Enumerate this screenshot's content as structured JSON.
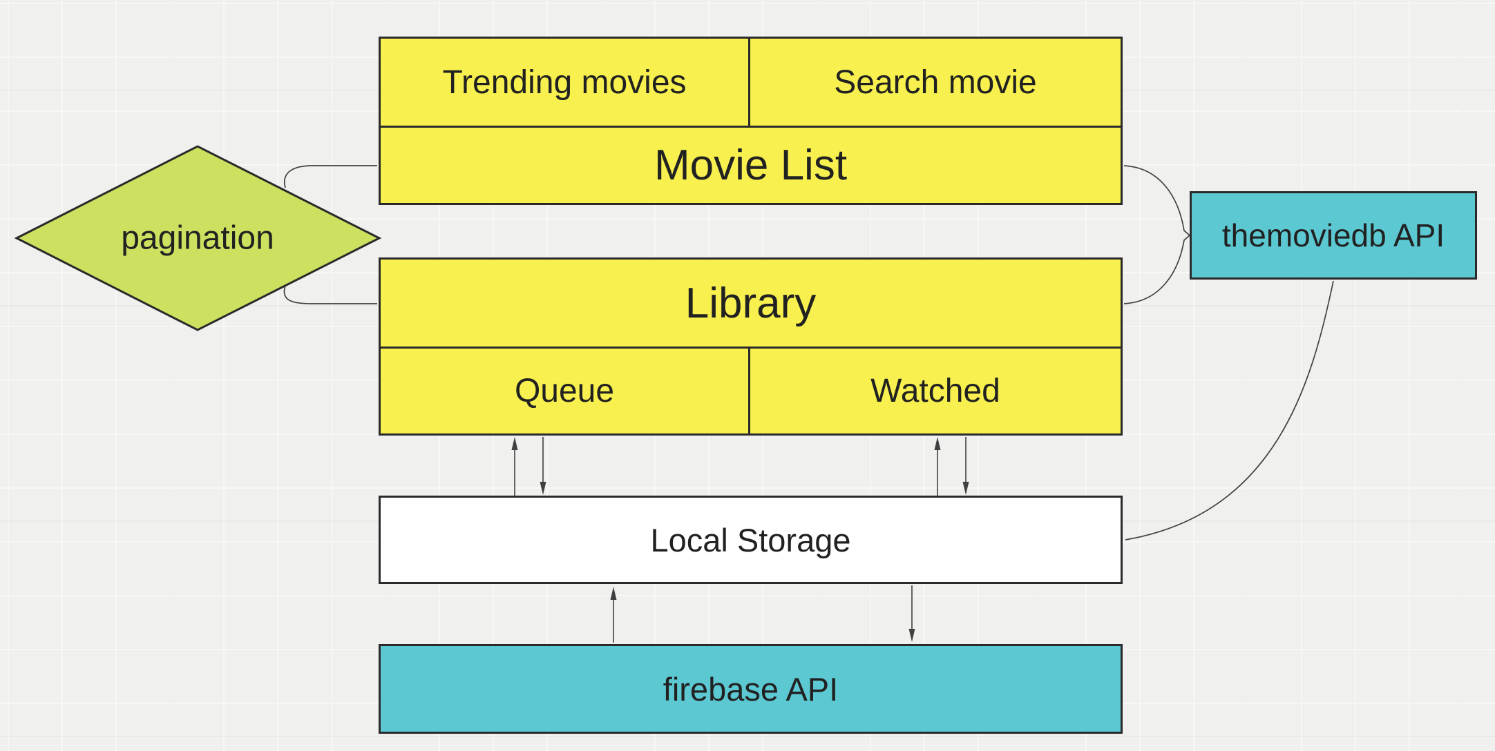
{
  "diagram": {
    "canvas": {
      "background": "#f0f0ef",
      "grid_line": "#f7f7f5"
    },
    "colors": {
      "node_yellow": "#f7f04e",
      "node_green": "#cde05f",
      "node_teal": "#5cc8d2",
      "node_white": "#ffffff",
      "border": "#2a2a2a",
      "connector": "#404040",
      "text": "#212121",
      "canvas_bg": "#f0f0ef",
      "grid_line": "#f7f7f5"
    },
    "nodes": {
      "trending_movies": {
        "label": "Trending movies",
        "shape": "rect",
        "fill": "yellow"
      },
      "search_movie": {
        "label": "Search movie",
        "shape": "rect",
        "fill": "yellow"
      },
      "movie_list": {
        "label": "Movie List",
        "shape": "rect",
        "fill": "yellow"
      },
      "pagination": {
        "label": "pagination",
        "shape": "diamond",
        "fill": "green"
      },
      "library": {
        "label": "Library",
        "shape": "rect",
        "fill": "yellow"
      },
      "queue": {
        "label": "Queue",
        "shape": "rect",
        "fill": "yellow"
      },
      "watched": {
        "label": "Watched",
        "shape": "rect",
        "fill": "yellow"
      },
      "local_storage": {
        "label": "Local Storage",
        "shape": "rect",
        "fill": "white"
      },
      "firebase_api": {
        "label": "firebase API",
        "shape": "rect",
        "fill": "teal"
      },
      "themoviedb_api": {
        "label": "themoviedb API",
        "shape": "rect",
        "fill": "teal"
      }
    },
    "connectors": [
      {
        "from": "pagination",
        "to": "movie_list",
        "style": "curve"
      },
      {
        "from": "pagination",
        "to": "library",
        "style": "curve"
      },
      {
        "from": "movie_list",
        "to": "themoviedb_api",
        "style": "brace-curve"
      },
      {
        "from": "library",
        "to": "themoviedb_api",
        "style": "brace-curve"
      },
      {
        "from": "themoviedb_api",
        "to": "local_storage",
        "style": "curve"
      },
      {
        "from": "local_storage",
        "to": "queue",
        "style": "arrow-up"
      },
      {
        "from": "queue",
        "to": "local_storage",
        "style": "arrow-down"
      },
      {
        "from": "local_storage",
        "to": "watched",
        "style": "arrow-up"
      },
      {
        "from": "watched",
        "to": "local_storage",
        "style": "arrow-down"
      },
      {
        "from": "firebase_api",
        "to": "local_storage",
        "style": "arrow-up"
      },
      {
        "from": "local_storage",
        "to": "firebase_api",
        "style": "arrow-down"
      }
    ]
  }
}
